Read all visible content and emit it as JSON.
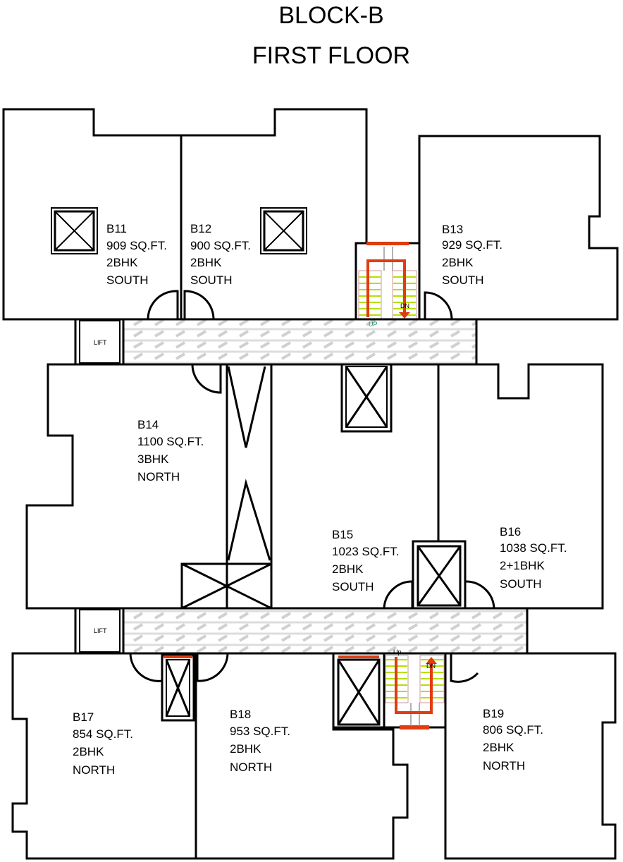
{
  "title": {
    "line1": "BLOCK-B",
    "line2": "FIRST FLOOR"
  },
  "lifts": {
    "upper": "LIFT",
    "lower": "LIFT"
  },
  "stairs": {
    "upper_up": "UP",
    "upper_dn": "DN",
    "lower_up": "Up",
    "lower_dn": "DN"
  },
  "units": [
    {
      "id": "B11",
      "area": "909 SQ.FT.",
      "type": "2BHK",
      "facing": "SOUTH"
    },
    {
      "id": "B12",
      "area": "900 SQ.FT.",
      "type": "2BHK",
      "facing": "SOUTH"
    },
    {
      "id": "B13",
      "area": "929 SQ.FT.",
      "type": "2BHK",
      "facing": "SOUTH"
    },
    {
      "id": "B14",
      "area": "1100 SQ.FT.",
      "type": "3BHK",
      "facing": "NORTH"
    },
    {
      "id": "B15",
      "area": "1023 SQ.FT.",
      "type": "2BHK",
      "facing": "SOUTH"
    },
    {
      "id": "B16",
      "area": "1038 SQ.FT.",
      "type": "2+1BHK",
      "facing": "SOUTH"
    },
    {
      "id": "B17",
      "area": "854 SQ.FT.",
      "type": "2BHK",
      "facing": "NORTH"
    },
    {
      "id": "B18",
      "area": "953 SQ.FT.",
      "type": "2BHK",
      "facing": "NORTH"
    },
    {
      "id": "B19",
      "area": "806 SQ.FT.",
      "type": "2BHK",
      "facing": "NORTH"
    }
  ],
  "colors": {
    "stair_arrow": "#e03c10",
    "tread": "#b4e000",
    "hatch": "#d8d8d8"
  }
}
